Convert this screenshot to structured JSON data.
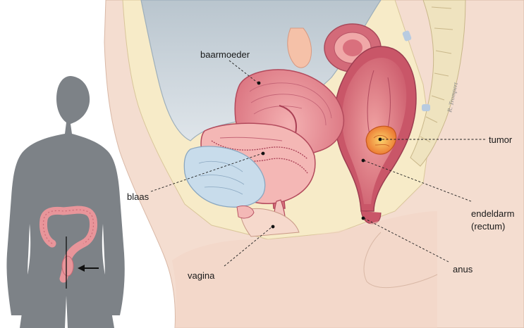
{
  "labels": {
    "uterus": "baarmoeder",
    "bladder": "blaas",
    "vagina": "vagina",
    "tumor": "tumor",
    "rectum_line1": "endeldarm",
    "rectum_line2": "(rectum)",
    "anus": "anus"
  },
  "signature": "R. Trompert",
  "colors": {
    "skin": "#f2d9c8",
    "fat": "#f6ecc9",
    "cavity": "#c9d3da",
    "organ": "#e58a8f",
    "organ_dark": "#c0566a",
    "tumor": "#f08a3a",
    "silhouette": "#7d8287",
    "bladder": "#c8dceb"
  }
}
